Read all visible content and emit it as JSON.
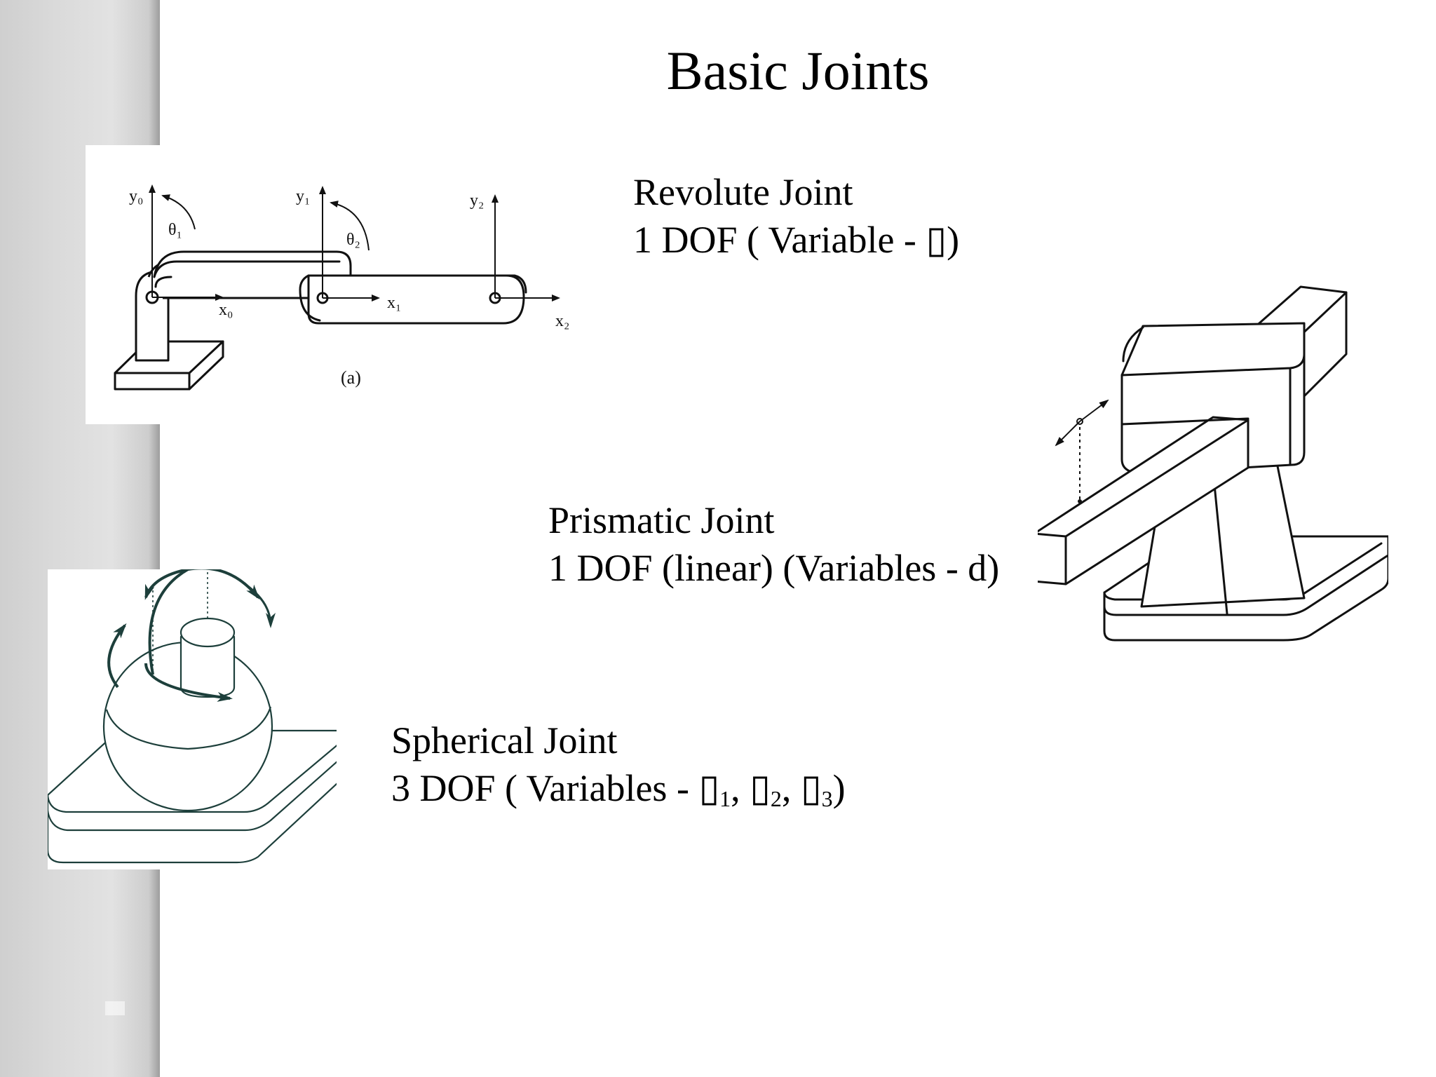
{
  "slide": {
    "title": "Basic Joints"
  },
  "joints": {
    "revolute": {
      "name": "Revolute Joint",
      "dof_prefix": "1 DOF ( Variable - ",
      "symbol": "▯",
      "dof_suffix": ")"
    },
    "prismatic": {
      "name": "Prismatic Joint",
      "dof": "1 DOF (linear) (Variables - d)"
    },
    "spherical": {
      "name": "Spherical Joint",
      "dof_prefix": "3 DOF ( Variables - ",
      "symbol": "▯",
      "sub1": "1",
      "sub2": "2",
      "sub3": "3",
      "sep": ", ",
      "dof_suffix": ")"
    }
  },
  "revolute_figure": {
    "labels": {
      "y0": "y₀",
      "y1": "y₁",
      "y2": "y₂",
      "theta1": "θ₁",
      "theta2": "θ₂",
      "x0": "x₀",
      "x1": "x₁",
      "x2": "x₂",
      "caption": "(a)"
    }
  },
  "colors": {
    "sidebar": "#d6d6d6",
    "line_art": "#111111",
    "sphere_ink": "#1d3f3b"
  }
}
